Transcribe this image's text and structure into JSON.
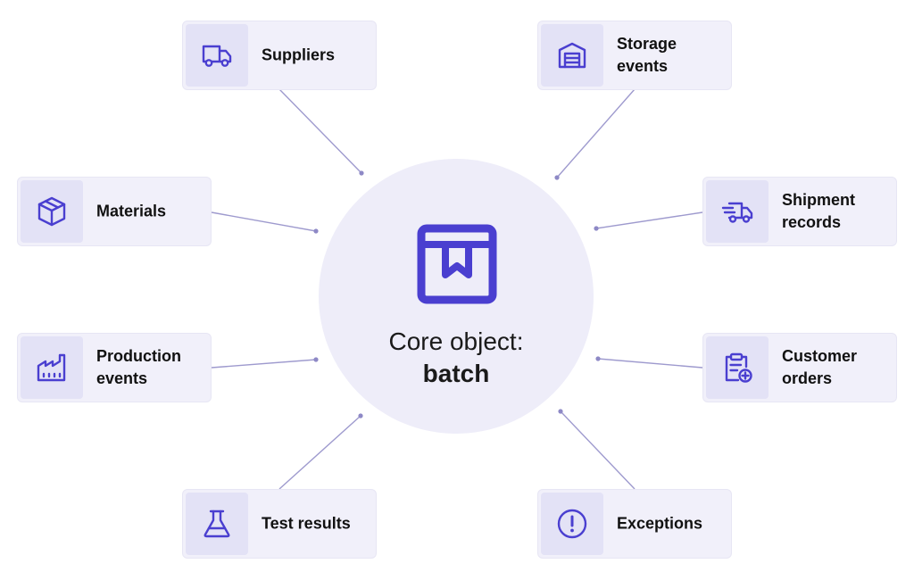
{
  "center": {
    "label_line1": "Core object:",
    "label_line2": "batch",
    "icon": "bookmark-box-icon"
  },
  "nodes": [
    {
      "id": "suppliers",
      "lines": [
        "Suppliers"
      ],
      "icon": "truck-icon"
    },
    {
      "id": "storage-events",
      "lines": [
        "Storage",
        "events"
      ],
      "icon": "warehouse-icon"
    },
    {
      "id": "materials",
      "lines": [
        "Materials"
      ],
      "icon": "package-icon"
    },
    {
      "id": "shipment-records",
      "lines": [
        "Shipment",
        "records"
      ],
      "icon": "fast-delivery-icon"
    },
    {
      "id": "production-events",
      "lines": [
        "Production",
        "events"
      ],
      "icon": "factory-icon"
    },
    {
      "id": "customer-orders",
      "lines": [
        "Customer",
        "orders"
      ],
      "icon": "clipboard-add-icon"
    },
    {
      "id": "test-results",
      "lines": [
        "Test results"
      ],
      "icon": "flask-icon"
    },
    {
      "id": "exceptions",
      "lines": [
        "Exceptions"
      ],
      "icon": "exclamation-circle-icon"
    }
  ],
  "colors": {
    "accent": "#4a3fd0",
    "card_background": "#f1f0fa",
    "icon_box_background": "#e3e2f6",
    "center_background": "#eeedf9",
    "connector": "#9e9ace"
  }
}
